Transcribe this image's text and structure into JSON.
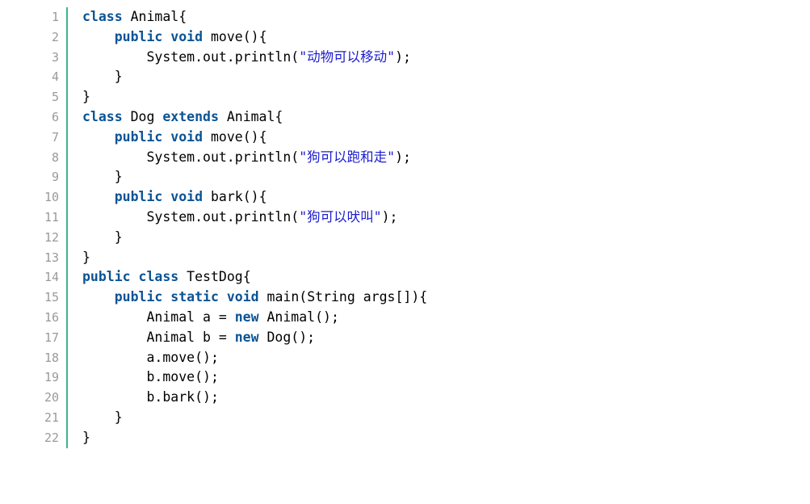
{
  "editor": {
    "line_numbers": [
      "1",
      "2",
      "3",
      "4",
      "5",
      "6",
      "7",
      "8",
      "9",
      "10",
      "11",
      "12",
      "13",
      "14",
      "15",
      "16",
      "17",
      "18",
      "19",
      "20",
      "21",
      "22"
    ],
    "colors": {
      "keyword": "#0b5394",
      "string": "#1c1ccf",
      "text": "#000000",
      "line_number": "#9a9a9a",
      "gutter_border": "#3cb48c"
    },
    "lines": [
      [
        {
          "t": "kw",
          "v": "class"
        },
        {
          "t": "txt",
          "v": " Animal{"
        }
      ],
      [
        {
          "t": "txt",
          "v": "    "
        },
        {
          "t": "kw",
          "v": "public"
        },
        {
          "t": "txt",
          "v": " "
        },
        {
          "t": "kw",
          "v": "void"
        },
        {
          "t": "txt",
          "v": " move(){"
        }
      ],
      [
        {
          "t": "txt",
          "v": "        System.out.println("
        },
        {
          "t": "str",
          "v": "\"动物可以移动\""
        },
        {
          "t": "txt",
          "v": ");"
        }
      ],
      [
        {
          "t": "txt",
          "v": "    }"
        }
      ],
      [
        {
          "t": "txt",
          "v": "}"
        }
      ],
      [
        {
          "t": "kw",
          "v": "class"
        },
        {
          "t": "txt",
          "v": " Dog "
        },
        {
          "t": "kw",
          "v": "extends"
        },
        {
          "t": "txt",
          "v": " Animal{"
        }
      ],
      [
        {
          "t": "txt",
          "v": "    "
        },
        {
          "t": "kw",
          "v": "public"
        },
        {
          "t": "txt",
          "v": " "
        },
        {
          "t": "kw",
          "v": "void"
        },
        {
          "t": "txt",
          "v": " move(){"
        }
      ],
      [
        {
          "t": "txt",
          "v": "        System.out.println("
        },
        {
          "t": "str",
          "v": "\"狗可以跑和走\""
        },
        {
          "t": "txt",
          "v": ");"
        }
      ],
      [
        {
          "t": "txt",
          "v": "    }"
        }
      ],
      [
        {
          "t": "txt",
          "v": "    "
        },
        {
          "t": "kw",
          "v": "public"
        },
        {
          "t": "txt",
          "v": " "
        },
        {
          "t": "kw",
          "v": "void"
        },
        {
          "t": "txt",
          "v": " bark(){"
        }
      ],
      [
        {
          "t": "txt",
          "v": "        System.out.println("
        },
        {
          "t": "str",
          "v": "\"狗可以吠叫\""
        },
        {
          "t": "txt",
          "v": ");"
        }
      ],
      [
        {
          "t": "txt",
          "v": "    }"
        }
      ],
      [
        {
          "t": "txt",
          "v": "}"
        }
      ],
      [
        {
          "t": "kw",
          "v": "public"
        },
        {
          "t": "txt",
          "v": " "
        },
        {
          "t": "kw",
          "v": "class"
        },
        {
          "t": "txt",
          "v": " TestDog{"
        }
      ],
      [
        {
          "t": "txt",
          "v": "    "
        },
        {
          "t": "kw",
          "v": "public"
        },
        {
          "t": "txt",
          "v": " "
        },
        {
          "t": "kw",
          "v": "static"
        },
        {
          "t": "txt",
          "v": " "
        },
        {
          "t": "kw",
          "v": "void"
        },
        {
          "t": "txt",
          "v": " main(String args[]){"
        }
      ],
      [
        {
          "t": "txt",
          "v": "        Animal a = "
        },
        {
          "t": "kw",
          "v": "new"
        },
        {
          "t": "txt",
          "v": " Animal();"
        }
      ],
      [
        {
          "t": "txt",
          "v": "        Animal b = "
        },
        {
          "t": "kw",
          "v": "new"
        },
        {
          "t": "txt",
          "v": " Dog();"
        }
      ],
      [
        {
          "t": "txt",
          "v": "        a.move();"
        }
      ],
      [
        {
          "t": "txt",
          "v": "        b.move();"
        }
      ],
      [
        {
          "t": "txt",
          "v": "        b.bark();"
        }
      ],
      [
        {
          "t": "txt",
          "v": "    }"
        }
      ],
      [
        {
          "t": "txt",
          "v": "}"
        }
      ]
    ]
  }
}
